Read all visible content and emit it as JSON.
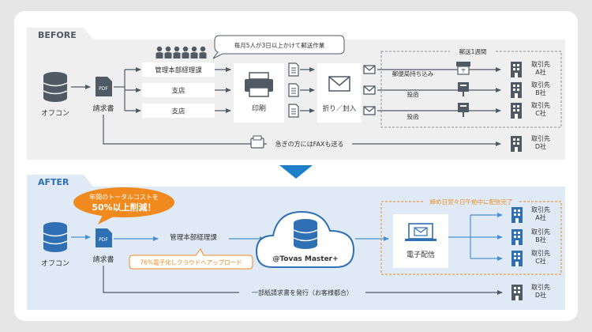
{
  "before": {
    "section_label": "BEFORE",
    "source": "オフコン",
    "document": "請求書",
    "pdf_icon": "PDF",
    "people_note": "毎月5人が3日以上かけて郵送作業",
    "branches": [
      "管理本部経理課",
      "支店",
      "支店"
    ],
    "print": "印刷",
    "fold": "折り／封入",
    "postal_group": "郵送1週間",
    "routes": [
      "郵便局持ち込み",
      "投函",
      "投函"
    ],
    "fax_note": "急ぎの方にはFAXも送る",
    "clients": [
      "取引先\nA社",
      "取引先\nB社",
      "取引先\nC社",
      "取引先\nD社"
    ]
  },
  "after": {
    "section_label": "AFTER",
    "source": "オフコン",
    "document": "請求書",
    "pdf_icon": "PDF",
    "cost_bubble_line1": "年間のトータルコストを",
    "cost_bubble_line2": "50%以上削減！",
    "dept": "管理本部経理課",
    "upload_note": "76%電子化しクラウドへアップロード",
    "cloud_name": "@Tovas Master+",
    "delivery_group": "締め日翌々日午前中に配信完了",
    "delivery": "電子配信",
    "paper_note": "一部紙請求書を発行（お客様都合）",
    "clients": [
      "取引先\nA社",
      "取引先\nB社",
      "取引先\nC社",
      "取引先\nD社"
    ]
  },
  "colors": {
    "before_bg": "#efefef",
    "after_bg": "#dfeaf6",
    "icon_gray": "#505a64",
    "icon_blue": "#2f6fb4",
    "accent_orange": "#f08a1e",
    "arrow_blue": "#1d7fc8"
  },
  "icons": [
    "database-icon",
    "pdf-icon",
    "people-icon",
    "printer-icon",
    "envelope-icon",
    "mail-icon",
    "postbox-icon",
    "building-icon",
    "fax-icon",
    "cloud-icon",
    "laptop-mail-icon",
    "down-triangle-icon"
  ]
}
